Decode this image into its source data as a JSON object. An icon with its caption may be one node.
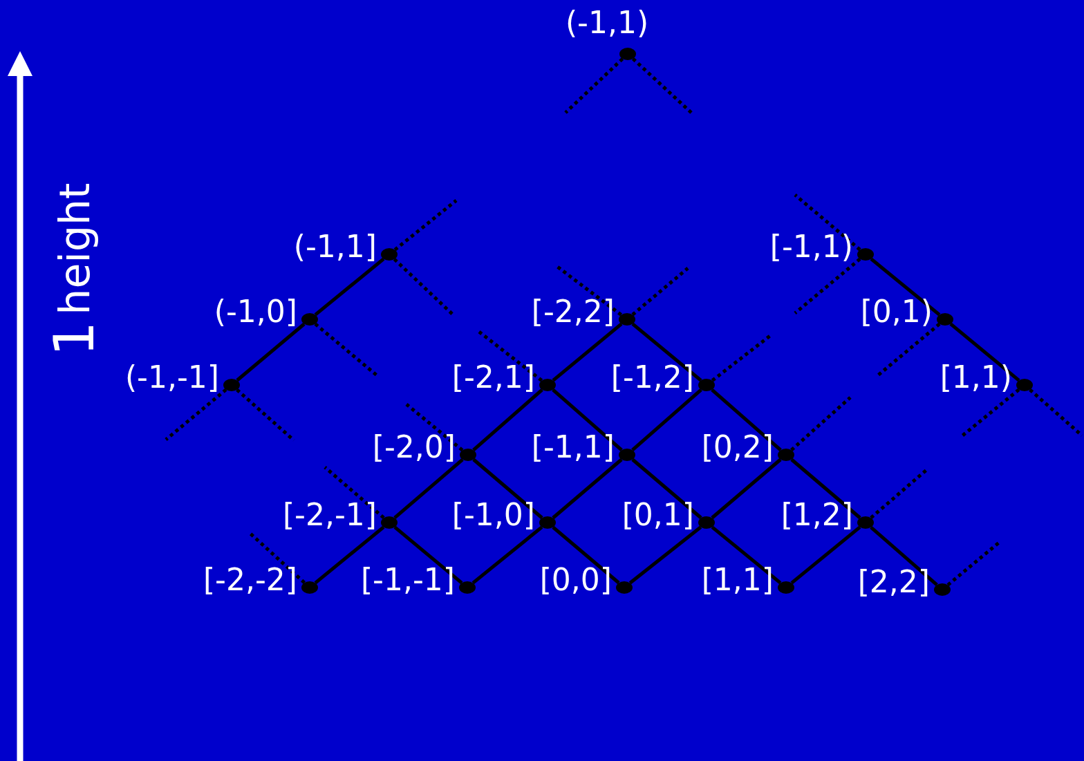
{
  "diagram": {
    "nodes": [
      {
        "text": [],
        "shape": "circle",
        "beside": [
          "(-1,1)"
        ]
      },
      {
        "text": [],
        "shape": "circle",
        "beside": [
          "(-1,1]"
        ]
      },
      {
        "text": [],
        "shape": "circle",
        "beside": [
          "(-1,0]"
        ]
      },
      {
        "text": [],
        "shape": "circle",
        "beside": [
          "(-1,-1]"
        ]
      },
      {
        "text": [],
        "shape": "circle",
        "beside": [
          "[-1,1)"
        ]
      },
      {
        "text": [],
        "shape": "circle",
        "beside": [
          "[0,1)"
        ]
      },
      {
        "text": [],
        "shape": "circle",
        "beside": [
          "[1,1)"
        ]
      },
      {
        "text": [],
        "shape": "circle",
        "beside": [
          "[-2,2]"
        ]
      },
      {
        "text": [],
        "shape": "circle",
        "beside": [
          "[-2,1]"
        ]
      },
      {
        "text": [],
        "shape": "circle",
        "beside": [
          "[-1,2]"
        ]
      },
      {
        "text": [],
        "shape": "circle",
        "beside": [
          "[-2,0]"
        ]
      },
      {
        "text": [],
        "shape": "circle",
        "beside": [
          "[-1,1]"
        ]
      },
      {
        "text": [],
        "shape": "circle",
        "beside": [
          "[0,2]"
        ]
      },
      {
        "text": [],
        "shape": "circle",
        "beside": [
          "[-2,-1]"
        ]
      },
      {
        "text": [],
        "shape": "circle",
        "beside": [
          "[-1,0]"
        ]
      },
      {
        "text": [],
        "shape": "circle",
        "beside": [
          "[0,1]"
        ]
      },
      {
        "text": [],
        "shape": "circle",
        "beside": [
          "[1,2]"
        ]
      },
      {
        "text": [],
        "shape": "circle",
        "beside": [
          "[-2,-2]"
        ]
      },
      {
        "text": [],
        "shape": "circle",
        "beside": [
          "[-1,-1]"
        ]
      },
      {
        "text": [],
        "shape": "circle",
        "beside": [
          "[0,0]"
        ]
      },
      {
        "text": [],
        "shape": "circle",
        "beside": [
          "[1,1]"
        ]
      },
      {
        "text": [],
        "shape": "circle",
        "beside": [
          "[2,2]"
        ]
      }
    ],
    "edges": [
      {
        "from": 3,
        "to": 2,
        "arrow": "none"
      },
      {
        "from": 2,
        "to": 1,
        "arrow": "none"
      },
      {
        "from": 4,
        "to": 5,
        "arrow": "none"
      },
      {
        "from": 5,
        "to": 6,
        "arrow": "none"
      },
      {
        "from": 17,
        "to": 13,
        "arrow": "none"
      },
      {
        "from": 13,
        "to": 10,
        "arrow": "none"
      },
      {
        "from": 10,
        "to": 8,
        "arrow": "none"
      },
      {
        "from": 8,
        "to": 7,
        "arrow": "none"
      },
      {
        "from": 18,
        "to": 14,
        "arrow": "none"
      },
      {
        "from": 14,
        "to": 11,
        "arrow": "none"
      },
      {
        "from": 11,
        "to": 9,
        "arrow": "none"
      },
      {
        "from": 19,
        "to": 15,
        "arrow": "none"
      },
      {
        "from": 15,
        "to": 12,
        "arrow": "none"
      },
      {
        "from": 20,
        "to": 16,
        "arrow": "none"
      },
      {
        "from": 7,
        "to": 9,
        "arrow": "none"
      },
      {
        "from": 9,
        "to": 12,
        "arrow": "none"
      },
      {
        "from": 12,
        "to": 16,
        "arrow": "none"
      },
      {
        "from": 16,
        "to": 21,
        "arrow": "none"
      },
      {
        "from": 8,
        "to": 11,
        "arrow": "none"
      },
      {
        "from": 11,
        "to": 15,
        "arrow": "none"
      },
      {
        "from": 15,
        "to": 20,
        "arrow": "none"
      },
      {
        "from": 10,
        "to": 14,
        "arrow": "none"
      },
      {
        "from": 14,
        "to": 19,
        "arrow": "none"
      },
      {
        "from": 13,
        "to": 18,
        "arrow": "none"
      },
      {
        "from": 0,
        "to": null,
        "arrow": "none",
        "style": "dashed"
      },
      {
        "from": 0,
        "to": null,
        "arrow": "none",
        "style": "dashed"
      },
      {
        "from": 1,
        "to": null,
        "arrow": "none",
        "style": "dashed"
      },
      {
        "from": 1,
        "to": null,
        "arrow": "none",
        "style": "dashed"
      },
      {
        "from": 2,
        "to": null,
        "arrow": "none",
        "style": "dashed"
      },
      {
        "from": 3,
        "to": null,
        "arrow": "none",
        "style": "dashed"
      },
      {
        "from": 3,
        "to": null,
        "arrow": "none",
        "style": "dashed"
      },
      {
        "from": 4,
        "to": null,
        "arrow": "none",
        "style": "dashed"
      },
      {
        "from": 4,
        "to": null,
        "arrow": "none",
        "style": "dashed"
      },
      {
        "from": 5,
        "to": null,
        "arrow": "none",
        "style": "dashed"
      },
      {
        "from": 6,
        "to": null,
        "arrow": "none",
        "style": "dashed"
      },
      {
        "from": 6,
        "to": null,
        "arrow": "none",
        "style": "dashed"
      },
      {
        "from": 7,
        "to": null,
        "arrow": "none",
        "style": "dashed"
      },
      {
        "from": 7,
        "to": null,
        "arrow": "none",
        "style": "dashed"
      },
      {
        "from": 8,
        "to": null,
        "arrow": "none",
        "style": "dashed"
      },
      {
        "from": 9,
        "to": null,
        "arrow": "none",
        "style": "dashed"
      },
      {
        "from": 10,
        "to": null,
        "arrow": "none",
        "style": "dashed"
      },
      {
        "from": 12,
        "to": null,
        "arrow": "none",
        "style": "dashed"
      },
      {
        "from": 13,
        "to": null,
        "arrow": "none",
        "style": "dashed"
      },
      {
        "from": 16,
        "to": null,
        "arrow": "none",
        "style": "dashed"
      },
      {
        "from": 17,
        "to": null,
        "arrow": "none",
        "style": "dashed"
      },
      {
        "from": 21,
        "to": null,
        "arrow": "none",
        "style": "dashed"
      }
    ],
    "labels": [
      "1",
      "height"
    ]
  }
}
